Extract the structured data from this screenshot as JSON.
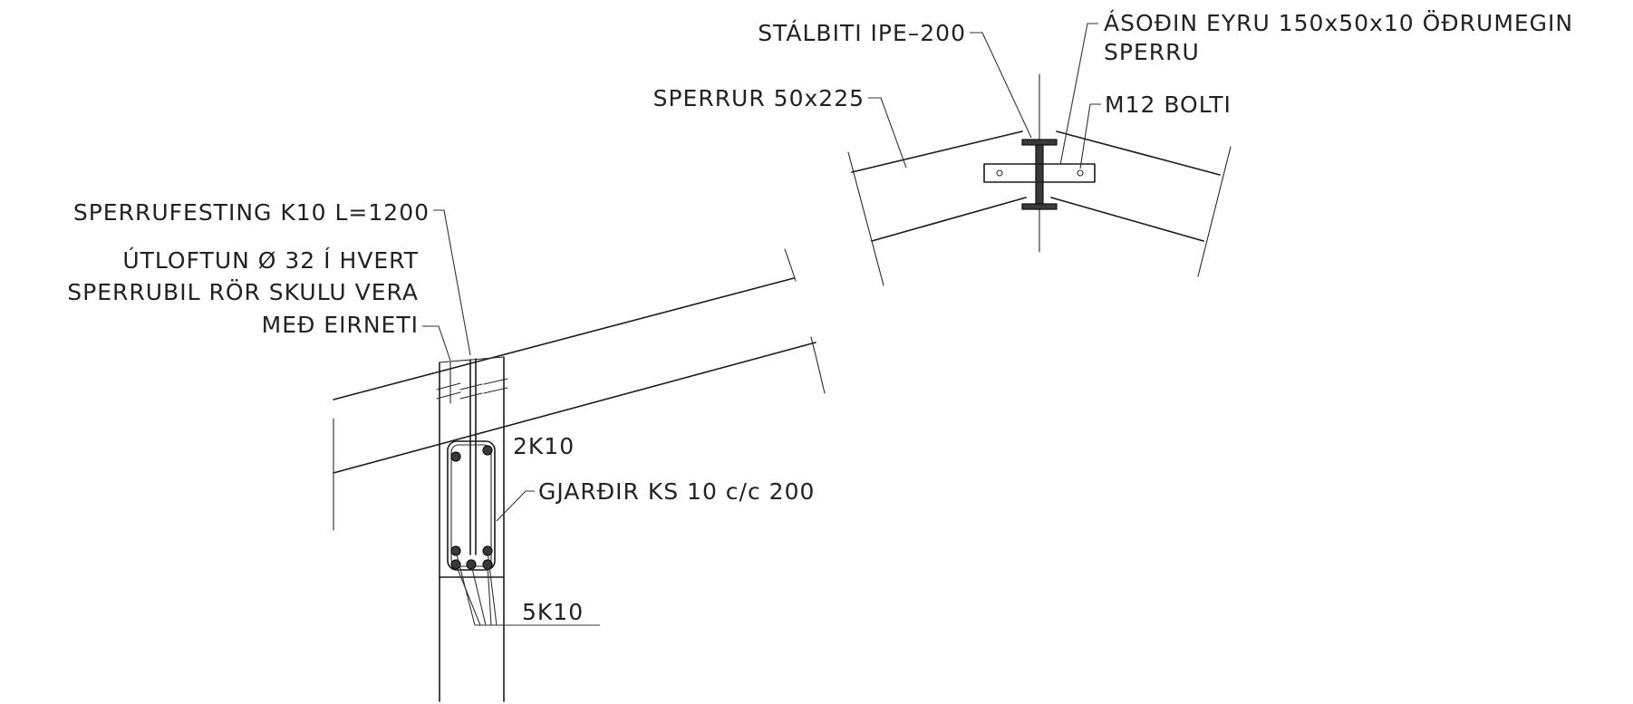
{
  "labels": {
    "steel_beam": "STÁLBITI IPE–200",
    "welded_lugs_line1": "ÁSOÐIN EYRU 150x50x10 ÖÐRUMEGIN",
    "welded_lugs_line2": "SPERRU",
    "rafters": "SPERRUR 50x225",
    "bolt": "M12 BOLTI",
    "rafter_fixing": "SPERRUFESTING K10 L=1200",
    "vent_line1": "ÚTLOFTUN Ø 32 Í HVERT",
    "vent_line2": "SPERRUBIL RÖR SKULU VERA",
    "vent_line3": "MEÐ EIRNETI",
    "top_bars": "2K10",
    "stirrups": "GJARÐIR KS 10 c/c 200",
    "bottom_bars": "5K10"
  },
  "colors": {
    "ink": "#1a1a1a",
    "background": "#ffffff"
  }
}
